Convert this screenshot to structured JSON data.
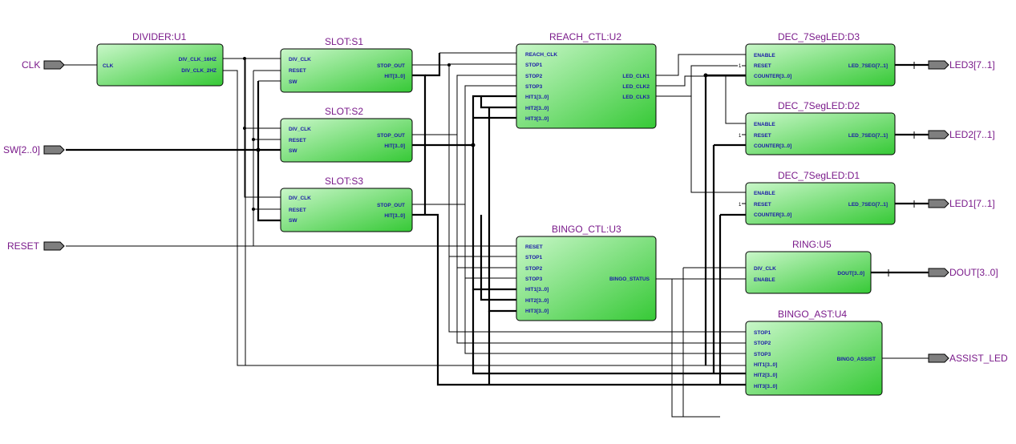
{
  "inputs": {
    "clk": "CLK",
    "sw": "SW[2..0]",
    "reset": "RESET"
  },
  "outputs": {
    "led3": "LED3[7..1]",
    "led2": "LED2[7..1]",
    "led1": "LED1[7..1]",
    "dout": "DOUT[3..0]",
    "assist": "ASSIST_LED"
  },
  "blocks": {
    "divider": {
      "title": "DIVIDER:U1",
      "in": [
        "CLK"
      ],
      "out": [
        "DIV_CLK_16HZ",
        "DIV_CLK_2HZ"
      ]
    },
    "slot1": {
      "title": "SLOT:S1",
      "in": [
        "DIV_CLK",
        "RESET",
        "SW"
      ],
      "out": [
        "STOP_OUT",
        "HIT[3..0]"
      ]
    },
    "slot2": {
      "title": "SLOT:S2",
      "in": [
        "DIV_CLK",
        "RESET",
        "SW"
      ],
      "out": [
        "STOP_OUT",
        "HIT[3..0]"
      ]
    },
    "slot3": {
      "title": "SLOT:S3",
      "in": [
        "DIV_CLK",
        "RESET",
        "SW"
      ],
      "out": [
        "STOP_OUT",
        "HIT[3..0]"
      ]
    },
    "reach": {
      "title": "REACH_CTL:U2",
      "in": [
        "REACH_CLK",
        "STOP1",
        "STOP2",
        "STOP3",
        "HIT1[3..0]",
        "HIT2[3..0]",
        "HIT3[3..0]"
      ],
      "out": [
        "LED_CLK1",
        "LED_CLK2",
        "LED_CLK3"
      ]
    },
    "bingo": {
      "title": "BINGO_CTL:U3",
      "in": [
        "RESET",
        "STOP1",
        "STOP2",
        "STOP3",
        "HIT1[3..0]",
        "HIT2[3..0]",
        "HIT3[3..0]"
      ],
      "out": [
        "BINGO_STATUS"
      ]
    },
    "dec3": {
      "title": "DEC_7SegLED:D3",
      "in": [
        "ENABLE",
        "RESET",
        "COUNTER[3..0]"
      ],
      "out": [
        "LED_7SEG[7..1]"
      ]
    },
    "dec2": {
      "title": "DEC_7SegLED:D2",
      "in": [
        "ENABLE",
        "RESET",
        "COUNTER[3..0]"
      ],
      "out": [
        "LED_7SEG[7..1]"
      ]
    },
    "dec1": {
      "title": "DEC_7SegLED:D1",
      "in": [
        "ENABLE",
        "RESET",
        "COUNTER[3..0]"
      ],
      "out": [
        "LED_7SEG[7..1]"
      ]
    },
    "ring": {
      "title": "RING:U5",
      "in": [
        "DIV_CLK",
        "ENABLE"
      ],
      "out": [
        "DOUT[3..0]"
      ]
    },
    "ast": {
      "title": "BINGO_AST:U4",
      "in": [
        "STOP1",
        "STOP2",
        "STOP3",
        "HIT1[3..0]",
        "HIT2[3..0]",
        "HIT3[3..0]"
      ],
      "out": [
        "BINGO_ASSIST"
      ]
    }
  },
  "reset_tie": "1",
  "colors": {
    "block_light": "#bff5bf",
    "block_dark": "#3ccf3c",
    "title": "#7a1a8a",
    "port": "#1a1aa8",
    "pin_fill": "#7f7f7f"
  }
}
